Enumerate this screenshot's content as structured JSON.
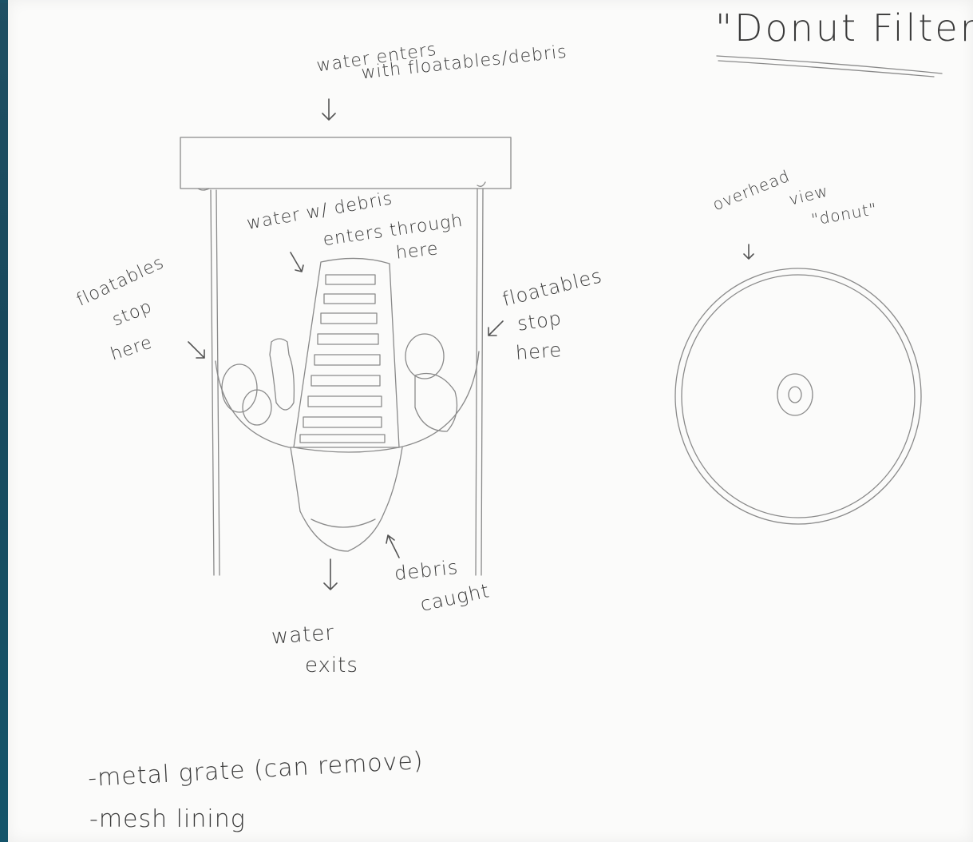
{
  "title": "\"Donut Filter\"",
  "labels": {
    "water_enters_1": "water enters",
    "water_enters_2": "with floatables/debris",
    "water_debris_1": "water w/ debris",
    "water_debris_2": "enters through",
    "water_debris_3": "here",
    "floatables_left_1": "floatables",
    "floatables_left_2": "stop",
    "floatables_left_3": "here",
    "floatables_right_1": "floatables",
    "floatables_right_2": "stop",
    "floatables_right_3": "here",
    "debris_caught_1": "debris",
    "debris_caught_2": "caught",
    "water_exits_1": "water",
    "water_exits_2": "exits",
    "overhead_1": "overhead",
    "overhead_2": "view",
    "overhead_3": "\"donut\""
  },
  "notes": [
    "-metal grate (can remove)",
    "-mesh lining"
  ]
}
